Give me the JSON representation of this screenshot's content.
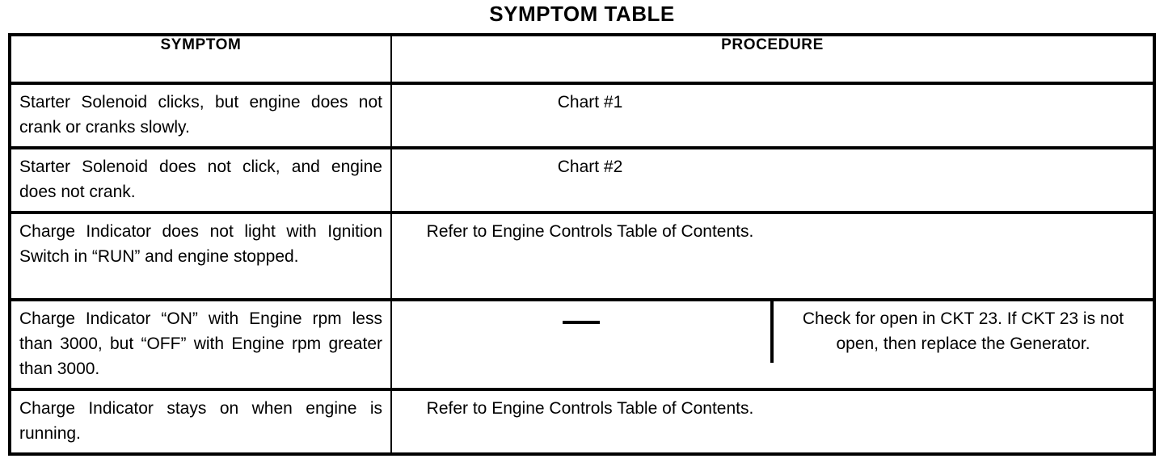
{
  "document": {
    "title": "SYMPTOM TABLE"
  },
  "table": {
    "headers": {
      "symptom": "SYMPTOM",
      "procedure": "PROCEDURE"
    },
    "rows": [
      {
        "symptom": "Starter Solenoid clicks, but engine does not crank or cranks slowly.",
        "procedure": "Chart #1",
        "procedure_style": "centered"
      },
      {
        "symptom": "Starter Solenoid does not click, and engine does not crank.",
        "procedure": "Chart #2",
        "procedure_style": "centered"
      },
      {
        "symptom": "Charge Indicator does not light with Ignition Switch in “RUN” and engine stopped.",
        "procedure": "Refer to Engine Controls Table of Contents.",
        "procedure_style": "refer"
      },
      {
        "symptom": "Charge Indicator “ON” with Engine rpm less than 3000, but “OFF” with Engine rpm greater than 3000.",
        "procedure_style": "split",
        "procedure_left": "—",
        "procedure_right": "Check for open in CKT 23. If CKT 23 is not open, then replace the Generator."
      },
      {
        "symptom": "Charge Indicator stays on when engine is running.",
        "procedure": "Refer to Engine Controls Table of Contents.",
        "procedure_style": "refer"
      }
    ]
  },
  "colors": {
    "ink": "#000000",
    "paper": "#ffffff"
  }
}
